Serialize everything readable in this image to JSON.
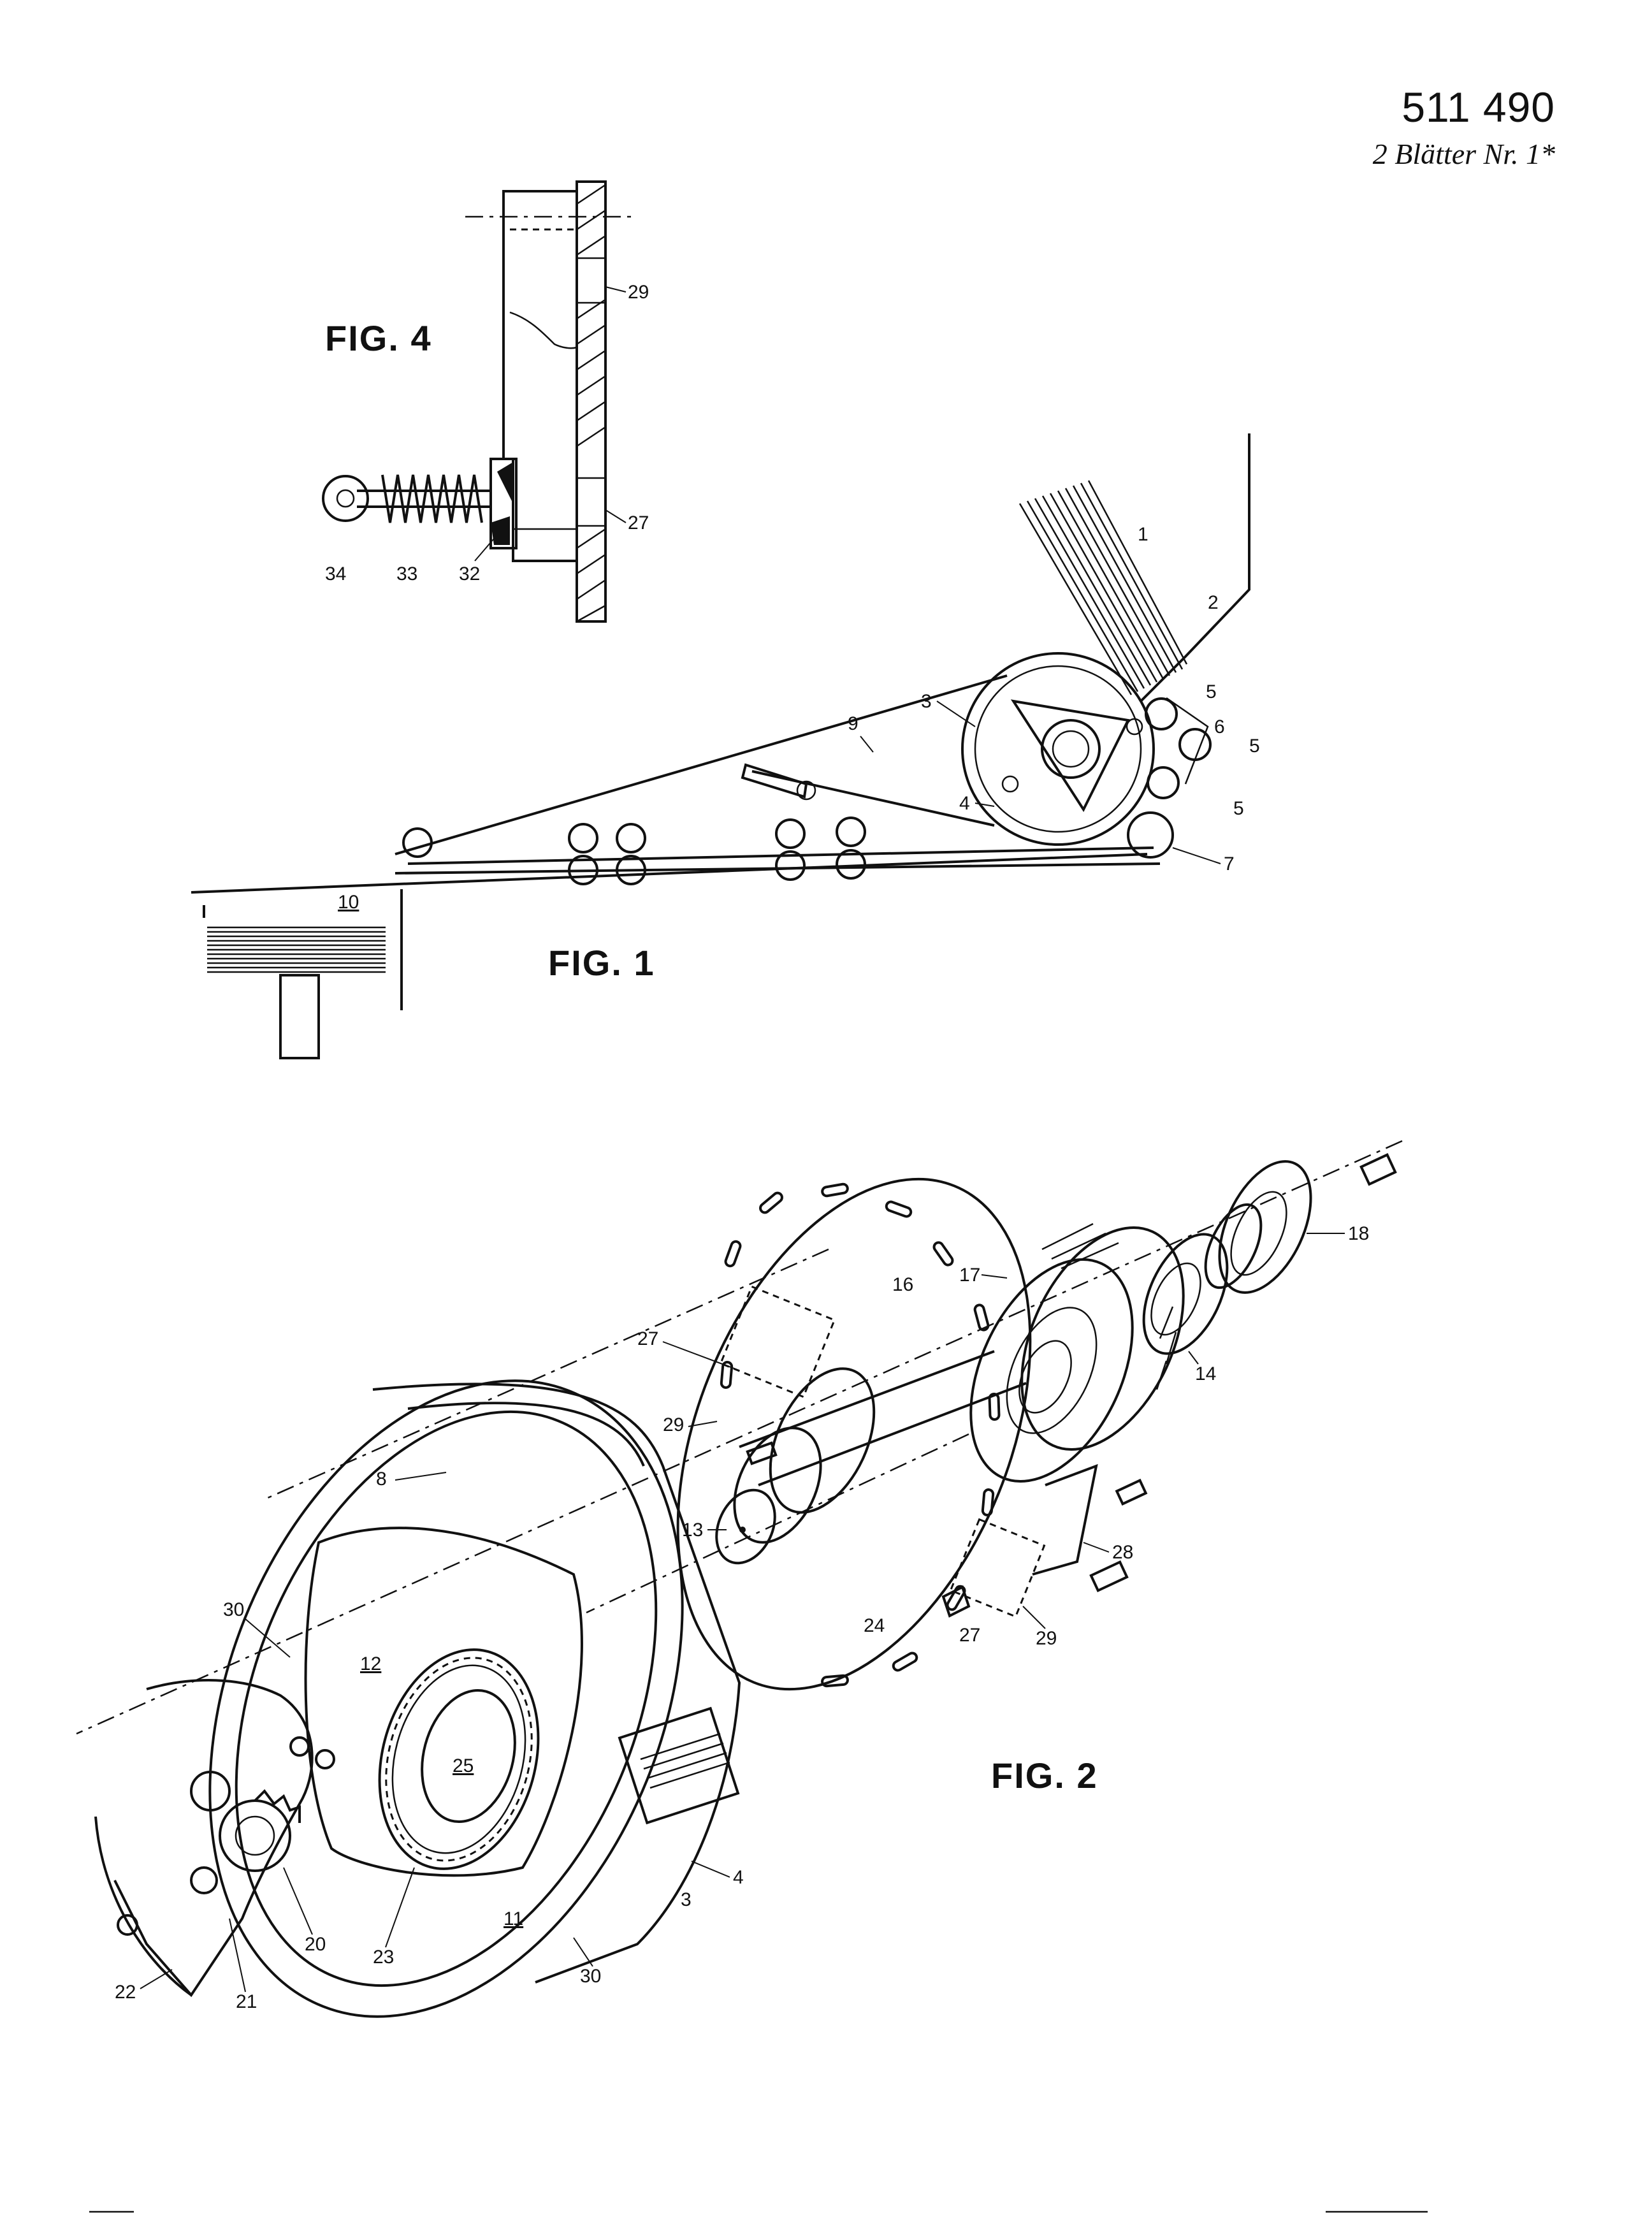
{
  "header": {
    "patent_number": "511 490",
    "sheet_info": "2 Blätter Nr. 1*"
  },
  "figures": {
    "fig4": {
      "title": "FIG. 4",
      "labels": {
        "l29": "29",
        "l27": "27",
        "l34": "34",
        "l33": "33",
        "l32": "32"
      }
    },
    "fig1": {
      "title": "FIG. 1",
      "labels": {
        "l1": "1",
        "l2": "2",
        "l3": "3",
        "l4": "4",
        "l5a": "5",
        "l5b": "5",
        "l5c": "5",
        "l6": "6",
        "l7": "7",
        "l9": "9",
        "l10": "10"
      }
    },
    "fig2": {
      "title": "FIG. 2",
      "labels": {
        "l8": "8",
        "l30a": "30",
        "l30b": "30",
        "l12": "12",
        "l25": "25",
        "l11": "11",
        "l23": "23",
        "l20": "20",
        "l21": "21",
        "l22": "22",
        "l3": "3",
        "l4": "4",
        "l13": "13",
        "l24": "24",
        "l27a": "27",
        "l27b": "27",
        "l29a": "29",
        "l29b": "29",
        "l28": "28",
        "l16": "16",
        "l17": "17",
        "l14": "14",
        "l18": "18"
      }
    }
  }
}
